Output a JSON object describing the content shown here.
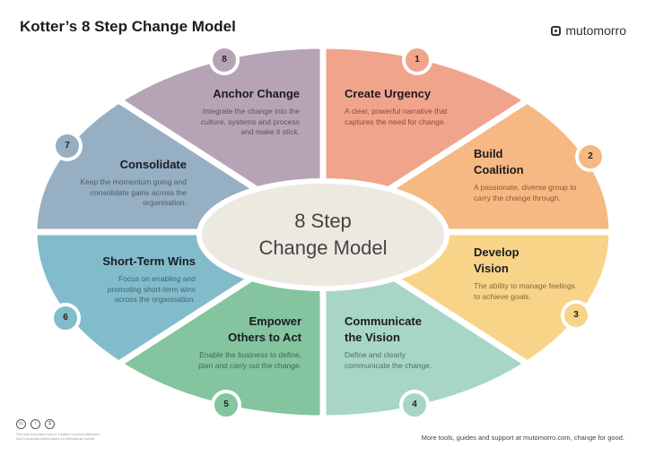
{
  "title": "Kotter’s 8 Step Change Model",
  "brand": {
    "name": "mutomorro",
    "icon": "mutomorro-logo-icon"
  },
  "center": {
    "line1": "8 Step",
    "line2": "Change Model",
    "color": "#ece9e1"
  },
  "steps": [
    {
      "number": "1",
      "title": "Create Urgency",
      "title2": "",
      "description": "A clear, powerful narrative that captures the need for change.",
      "color": "#f1a48c",
      "text_color": "#8a4a3c"
    },
    {
      "number": "2",
      "title": "Build",
      "title2": "Coalition",
      "description": "A passionate, diverse group to carry the change through.",
      "color": "#f6b983",
      "text_color": "#8a5a34"
    },
    {
      "number": "3",
      "title": "Develop",
      "title2": "Vision",
      "description": "The ability to manage feelings to achieve goals.",
      "color": "#f7d488",
      "text_color": "#806a38"
    },
    {
      "number": "4",
      "title": "Communicate",
      "title2": "the Vision",
      "description": "Define and clearly communicate the change.",
      "color": "#a8d6c6",
      "text_color": "#4d6f64"
    },
    {
      "number": "5",
      "title": "Empower",
      "title2": "Others to Act",
      "description": "Enable the business to define, plan and carry out the change.",
      "color": "#84c49e",
      "text_color": "#3f6b50"
    },
    {
      "number": "6",
      "title": "Short-Term Wins",
      "title2": "",
      "description": "Focus on enabling and promoting short-term wins across the organisation.",
      "color": "#82bccb",
      "text_color": "#3f6570"
    },
    {
      "number": "7",
      "title": "Consolidate",
      "title2": "",
      "description": "Keep the momentum going and consolidate gains across the organisation.",
      "color": "#96afc2",
      "text_color": "#4a5e6e"
    },
    {
      "number": "8",
      "title": "Anchor Change",
      "title2": "",
      "description": "Integrate the change into the culture, systems and process and make it stick.",
      "color": "#b6a4b6",
      "text_color": "#5e5060"
    }
  ],
  "footer": {
    "license_icons": [
      "cc-icon",
      "by-icon",
      "nc-icon"
    ],
    "license_text": "This work is licensed under a Creative Commons Attribution-NonCommercial-NoDerivatives 4.0 International License.",
    "tagline": "More tools, guides and support at mutomorro.com, change for good."
  }
}
